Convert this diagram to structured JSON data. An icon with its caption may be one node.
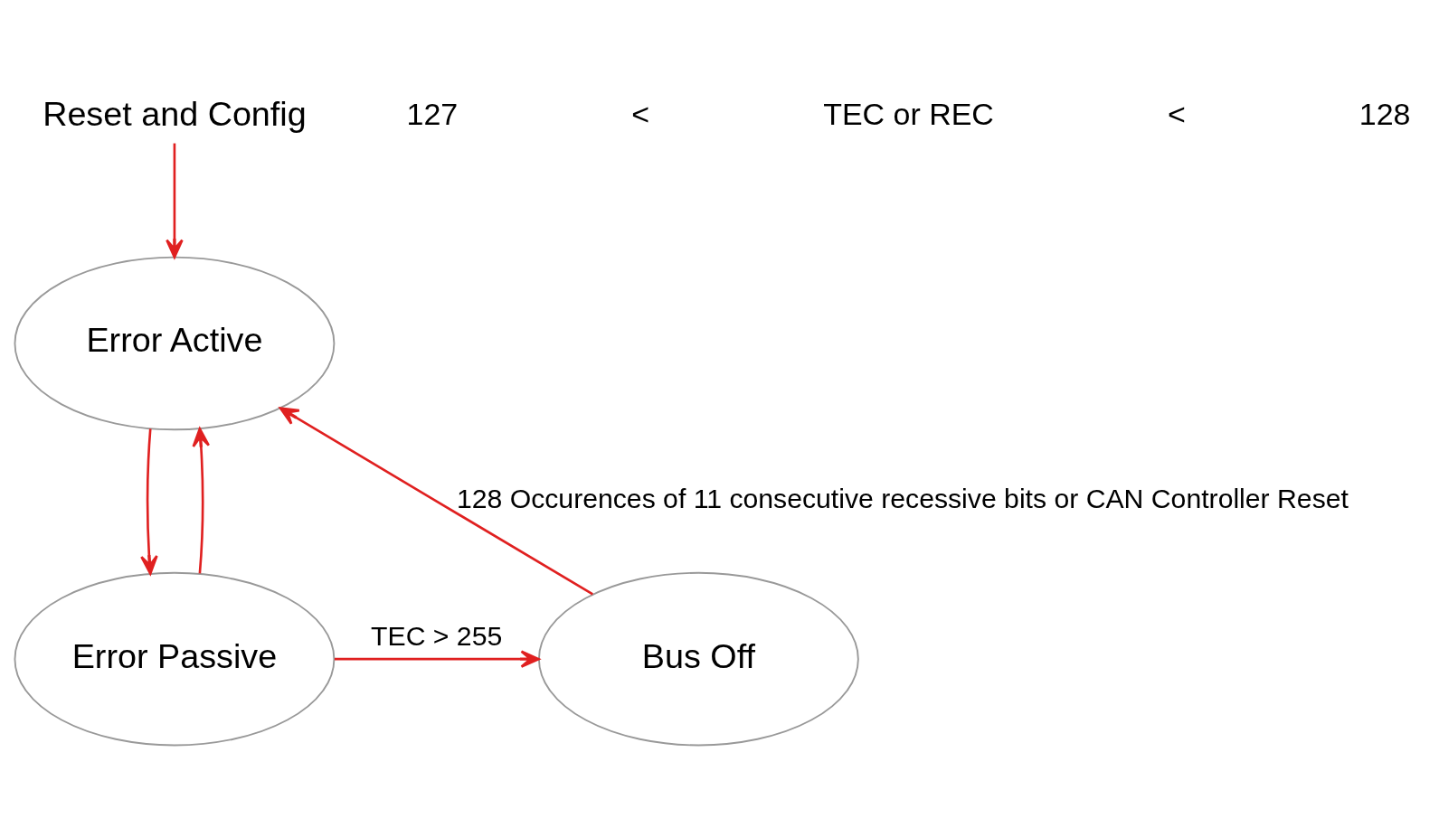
{
  "diagram": {
    "nodes": [
      {
        "text": [
          "Reset and Config"
        ]
      },
      {
        "text": [
          "Error Active"
        ]
      },
      {
        "text": [
          "Error Passive"
        ]
      },
      {
        "text": [
          "Bus Off"
        ]
      }
    ],
    "edges": [
      {
        "from": 0,
        "to": 1,
        "arrow": "to"
      },
      {
        "from": 1,
        "to": 2,
        "arrow": "to"
      },
      {
        "from": 2,
        "to": 1,
        "arrow": "to"
      },
      {
        "from": 2,
        "to": 3,
        "arrow": "to",
        "label": "TEC > 255"
      },
      {
        "from": 3,
        "to": 1,
        "arrow": "to",
        "label": "128 Occurences of 11 consecutive recessive bits or CAN Controller Reset"
      }
    ],
    "labels": [
      "127",
      "<",
      "TEC or REC",
      "<",
      "128"
    ]
  }
}
